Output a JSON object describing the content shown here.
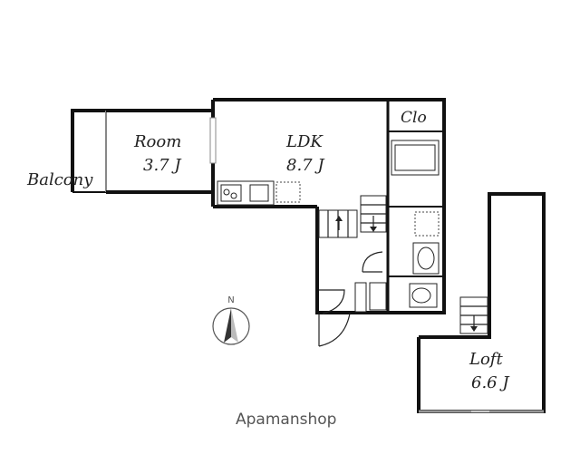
{
  "rooms": {
    "balcony": "Balcony",
    "room_name": "Room",
    "room_size": "3.7 J",
    "ldk_name": "LDK",
    "ldk_size": "8.7 J",
    "clo": "Clo",
    "loft_name": "Loft",
    "loft_size": "6.6 J"
  },
  "compass": {
    "north": "N"
  },
  "watermark": "Apamanshop",
  "colors": {
    "wall": "#111111",
    "glass": "#999999",
    "text": "#222222"
  }
}
